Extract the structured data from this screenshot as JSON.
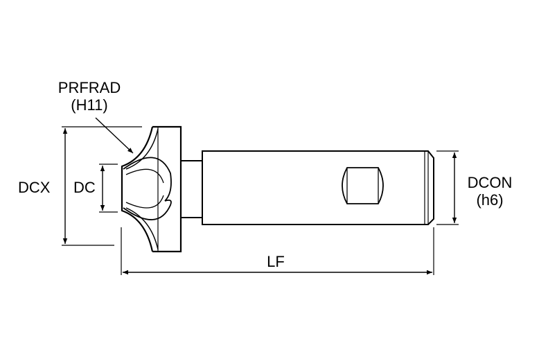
{
  "labels": {
    "prfrad": "PRFRAD",
    "prfrad_tol": "(H11)",
    "dcx": "DCX",
    "dc": "DC",
    "dcon": "DCON",
    "dcon_tol": "(h6)",
    "lf": "LF"
  },
  "colors": {
    "line": "#000000",
    "background": "#ffffff"
  }
}
